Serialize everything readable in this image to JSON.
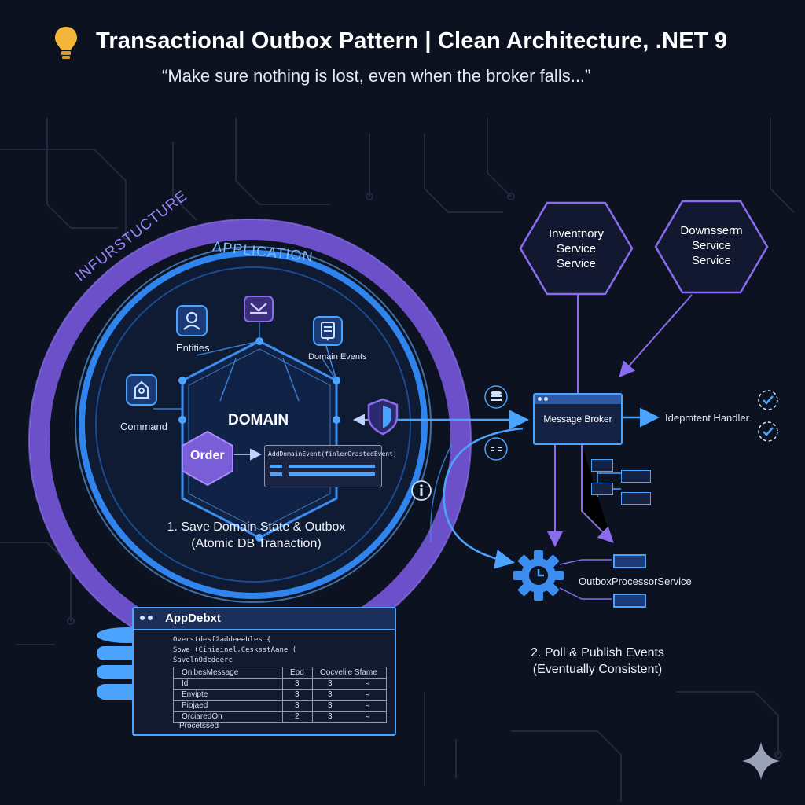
{
  "header": {
    "title": "Transactional Outbox Pattern | Clean Architecture, .NET 9",
    "subtitle": "“Make sure nothing is lost, even when the broker falls...”"
  },
  "rings": {
    "infrastructure": "INFURSTUCTURE",
    "application": "APPLICATION",
    "domain": "DOMAIN"
  },
  "domain_items": {
    "entities": "Entities",
    "domain_events": "Domain Events",
    "command": "Command",
    "order": "Order",
    "add_event_call": "AddDomainEvent(finlerCrastedEvent)"
  },
  "steps": {
    "step1_line1": "1. Save Domain State & Outbox",
    "step1_line2": "(Atomic DB Tranaction)",
    "step2_line1": "2. Poll & Publish Events",
    "step2_line2": "(Eventually Consistent)"
  },
  "services": {
    "inventory": [
      "Inventnory",
      "Service",
      "Service"
    ],
    "downstream": [
      "Downsserm",
      "Service",
      "Service"
    ]
  },
  "broker": {
    "label": "Message Broker",
    "handler": "Idepmtent Handler"
  },
  "processor": {
    "label": "OutboxProcessorService"
  },
  "appdb": {
    "title": "AppDebxt",
    "code_lines": [
      "Overstdesf2addeeebles {",
      "Sowe (Ciniainel,CesksstΑane (",
      "SavelnOdcdeerc"
    ],
    "table_header": [
      "OnibesMessage",
      "Epd",
      "Oocvelile Sfame"
    ],
    "rows": [
      [
        "Id",
        "3",
        "3",
        "≈"
      ],
      [
        "Envipte",
        "3",
        "3",
        "≈"
      ],
      [
        "Piojaed",
        "3",
        "3",
        "≈"
      ],
      [
        "OrciaredOn",
        "2",
        "3",
        "≈"
      ]
    ],
    "footer": "Procetssed"
  },
  "colors": {
    "background": "#0d1220",
    "infrastructure_ring": "#7a5ed8",
    "application_ring": "#3c8df0",
    "accent_blue": "#4aa3ff",
    "accent_purple": "#8b6cf0"
  }
}
